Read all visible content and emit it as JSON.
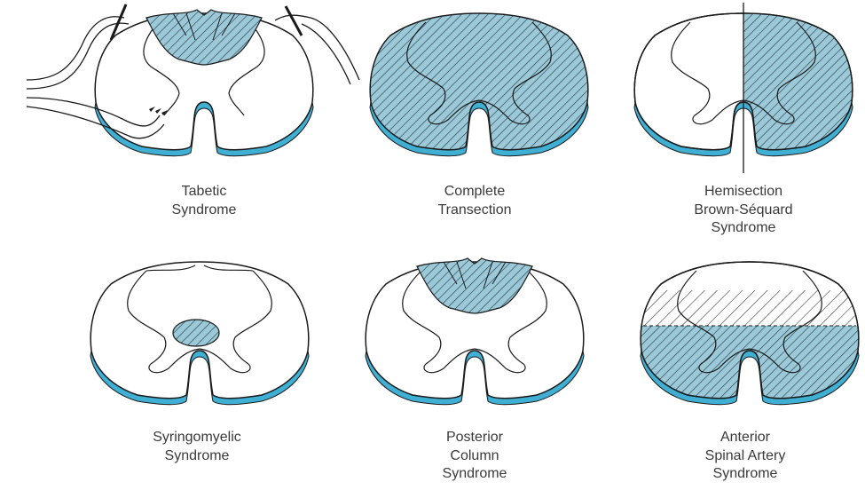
{
  "colors": {
    "fill": "#9cc9d8",
    "rim": "#3fb0d4",
    "hatch": "#2a4050",
    "outline": "#1a1a1a"
  },
  "panels": [
    {
      "caption": [
        "Tabetic",
        "Syndrome"
      ]
    },
    {
      "caption": [
        "Complete",
        "Transection"
      ]
    },
    {
      "caption": [
        "Hemisection",
        "Brown-Séquard",
        "Syndrome"
      ]
    },
    {
      "caption": [
        "Syringomyelic",
        "Syndrome"
      ]
    },
    {
      "caption": [
        "Posterior",
        "Column",
        "Syndrome"
      ]
    },
    {
      "caption": [
        "Anterior",
        "Spinal Artery",
        "Syndrome"
      ]
    }
  ]
}
